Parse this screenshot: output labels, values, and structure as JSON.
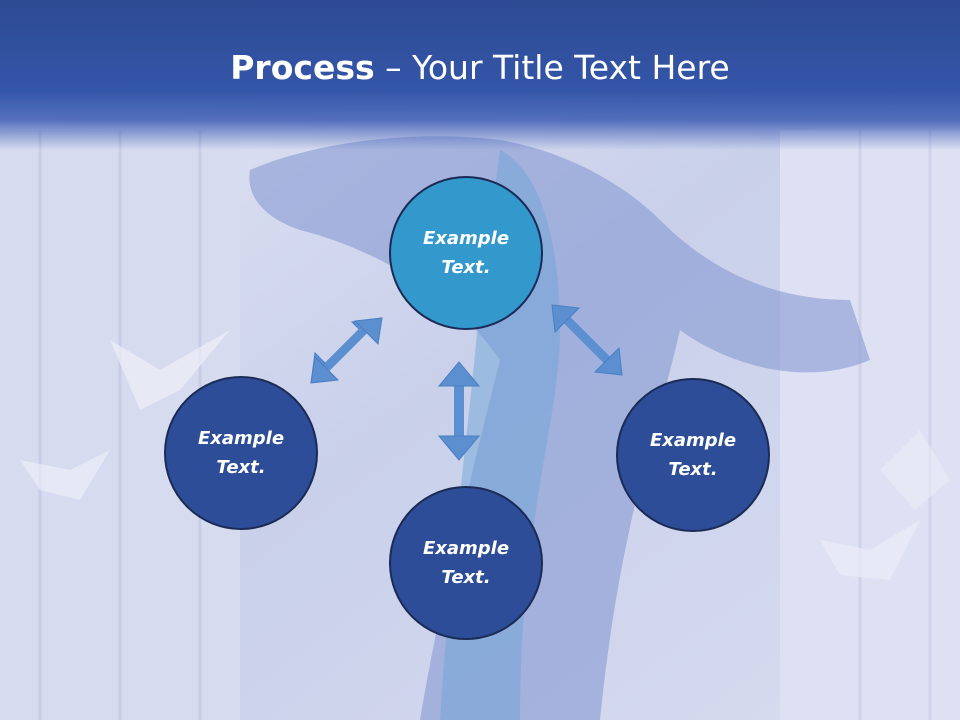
{
  "slide": {
    "title_bold": "Process",
    "title_rest": " – Your Title Text Here"
  },
  "diagram": {
    "nodes": [
      {
        "id": "top",
        "label": "Example\nText."
      },
      {
        "id": "left",
        "label": "Example\nText."
      },
      {
        "id": "right",
        "label": "Example\nText."
      },
      {
        "id": "bottom",
        "label": "Example\nText."
      }
    ],
    "edges": [
      {
        "from": "top",
        "to": "left",
        "type": "bidirectional"
      },
      {
        "from": "top",
        "to": "right",
        "type": "bidirectional"
      },
      {
        "from": "top",
        "to": "bottom",
        "type": "bidirectional"
      }
    ]
  },
  "colors": {
    "header": "#3456a8",
    "node_highlight": "#3398cc",
    "node": "#2e4d98",
    "arrow": "#5b8fd0"
  }
}
